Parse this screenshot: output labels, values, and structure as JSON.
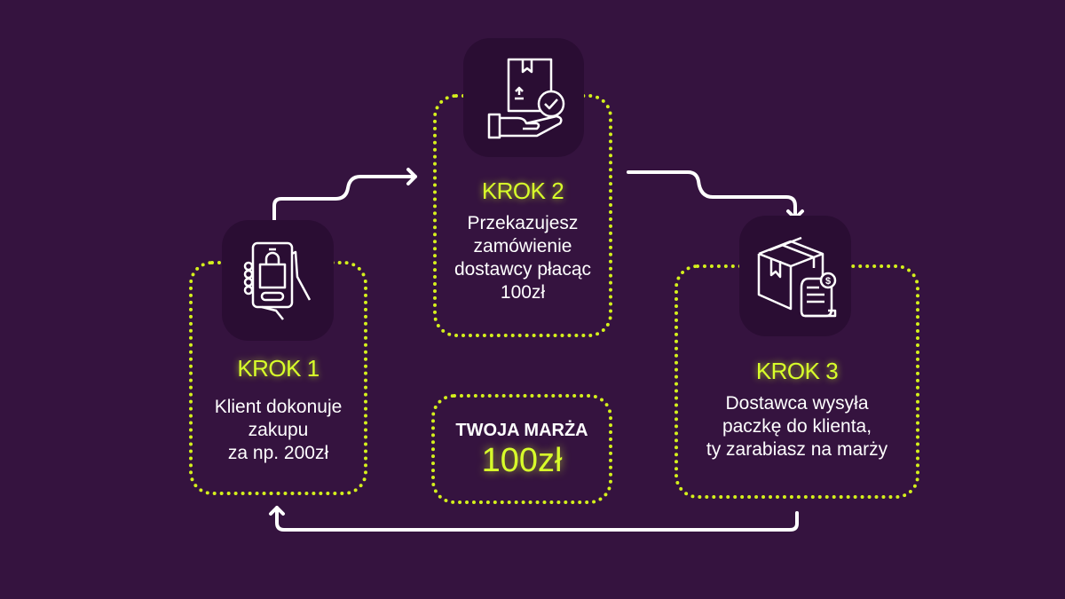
{
  "steps": [
    {
      "label": "KROK 1",
      "description": "Klient dokonuje zakupu za np. 200zł",
      "lines": [
        "Klient dokonuje",
        "zakupu",
        "za np. 200zł"
      ],
      "icon": "phone-shopping-bag-icon"
    },
    {
      "label": "KROK 2",
      "description": "Przekazujesz zamówienie dostawcy płacąc 100zł",
      "lines": [
        "Przekazujesz",
        "zamówienie",
        "dostawcy płacąc",
        "100zł"
      ],
      "icon": "package-hand-check-icon"
    },
    {
      "label": "KROK 3",
      "description": "Dostawca wysyła paczkę do klienta, ty zarabiasz na marży",
      "lines": [
        "Dostawca wysyła",
        "paczkę do klienta,",
        "ty zarabiasz na marży"
      ],
      "icon": "box-invoice-dollar-icon"
    }
  ],
  "margin": {
    "title": "TWOJA MARŻA",
    "value": "100zł"
  },
  "colors": {
    "background": "#35133f",
    "accent": "#d8ff2a",
    "icon_box": "#2a0d33"
  }
}
